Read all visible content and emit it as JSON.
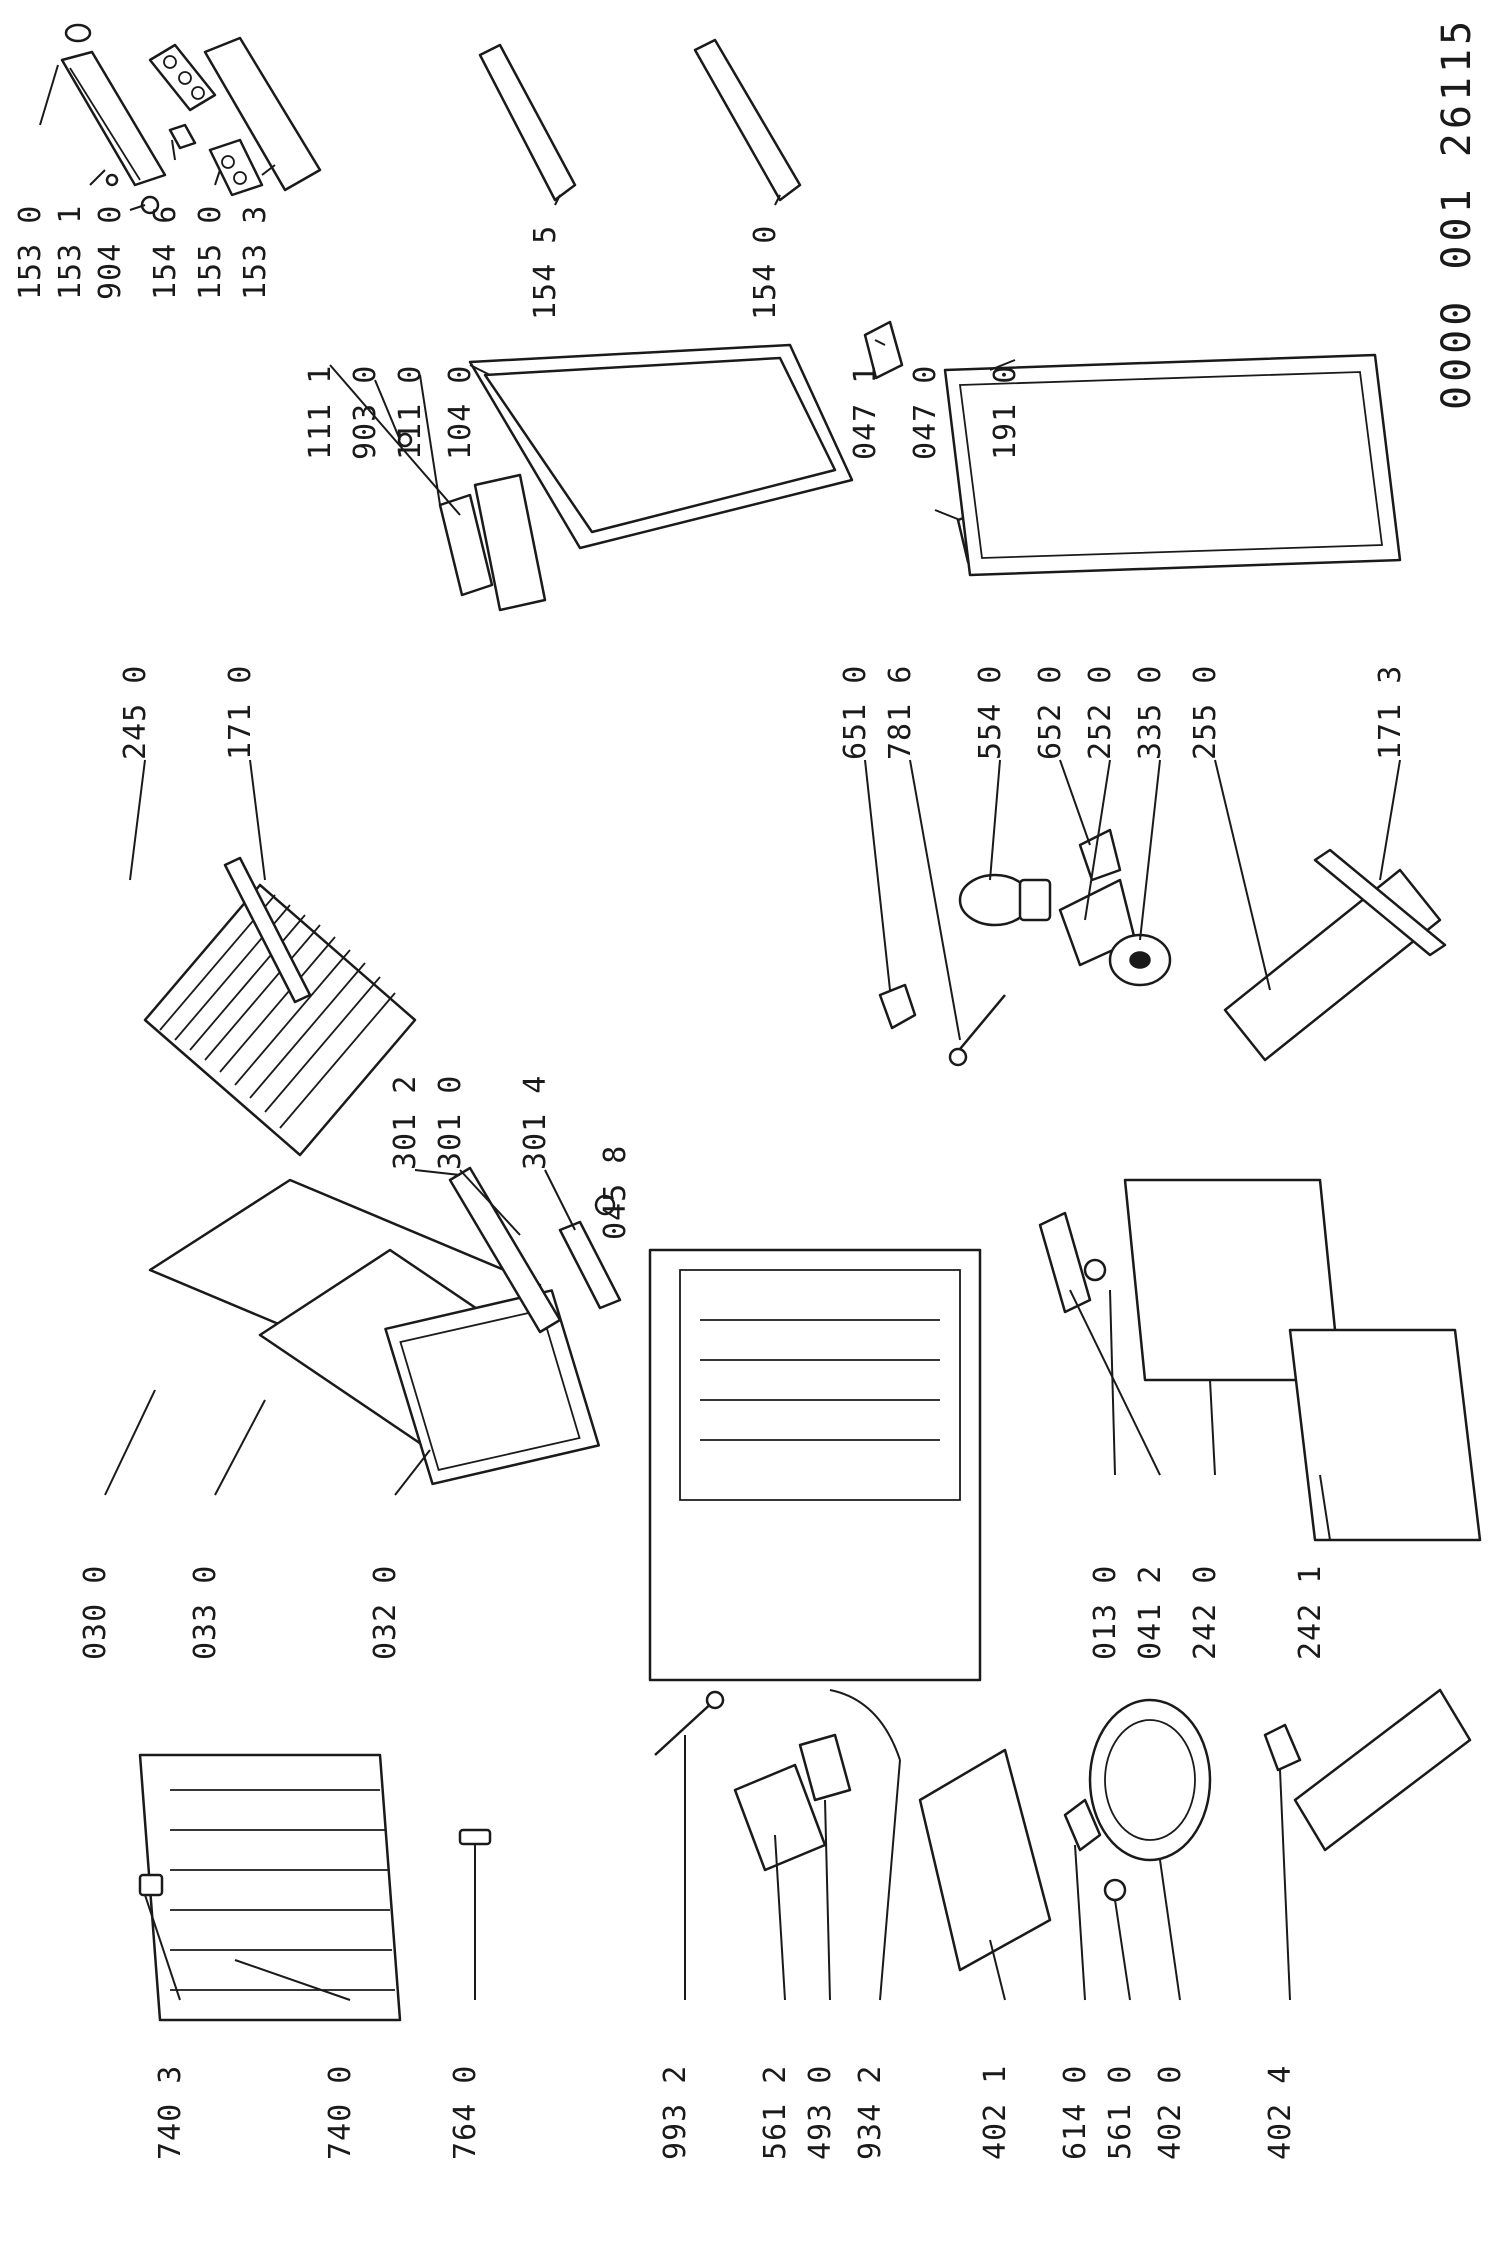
{
  "document_number": "0000 001 26115",
  "labels": [
    "153 0",
    "153 1",
    "904 0",
    "154 6",
    "155 0",
    "153 3",
    "111 1",
    "903 0",
    "111 0",
    "104 0",
    "154 5",
    "154 0",
    "047 1",
    "047 0",
    "191 0",
    "245 0",
    "171 0",
    "651 0",
    "781 6",
    "554 0",
    "652 0",
    "252 0",
    "335 0",
    "255 0",
    "171 3",
    "301 2",
    "301 0",
    "301 4",
    "045 8",
    "030 0",
    "033 0",
    "032 0",
    "013 0",
    "041 2",
    "242 0",
    "242 1",
    "740 3",
    "740 0",
    "764 0",
    "993 2",
    "561 2",
    "493 0",
    "934 2",
    "402 1",
    "614 0",
    "561 0",
    "402 0",
    "402 4"
  ]
}
